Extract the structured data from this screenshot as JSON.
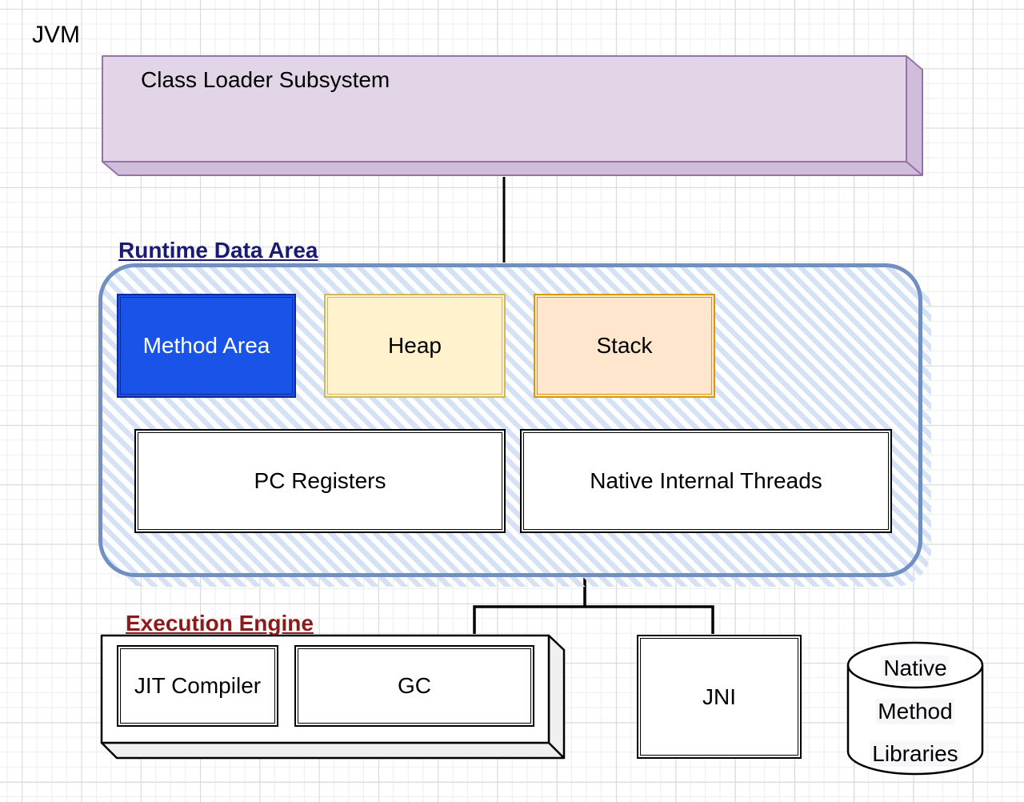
{
  "page": {
    "jvm_label": "JVM"
  },
  "class_loader": {
    "label": "Class Loader Subsystem",
    "fill": "#E1D5E7",
    "side_fill": "#CFBDDB",
    "stroke": "#9673A6"
  },
  "runtime_data_area": {
    "title": "Runtime Data Area",
    "title_color": "#1A1A70",
    "border_color": "#7190C1",
    "stripe_color": "#D5E2F6",
    "boxes": [
      {
        "label": "Method Area",
        "fill": "#1A53E8",
        "stroke": "#0C2AA0",
        "text_color": "#FFFFFF"
      },
      {
        "label": "Heap",
        "fill": "#FFF2CC",
        "stroke": "#D6B656",
        "text_color": "#000000"
      },
      {
        "label": "Stack",
        "fill": "#FFE6CC",
        "stroke": "#D79B00",
        "text_color": "#000000"
      },
      {
        "label": "PC Registers",
        "fill": "#FFFFFF",
        "stroke": "#000000",
        "text_color": "#000000"
      },
      {
        "label": "Native Internal Threads",
        "fill": "#FFFFFF",
        "stroke": "#000000",
        "text_color": "#000000"
      }
    ]
  },
  "execution_engine": {
    "title": "Execution Engine",
    "title_color": "#8B1A1A",
    "fill": "#FFFFFF",
    "side_fill": "#F0F0F0",
    "stroke": "#000000",
    "boxes": [
      {
        "label": "JIT Compiler"
      },
      {
        "label": "GC"
      }
    ]
  },
  "jni": {
    "label": "JNI",
    "fill": "#FFFFFF",
    "stroke": "#000000"
  },
  "native_method_libraries": {
    "lines": [
      "Native",
      "Method",
      "Libraries"
    ],
    "fill": "#FFFFFF",
    "stroke": "#000000"
  },
  "connector_color": "#000000"
}
